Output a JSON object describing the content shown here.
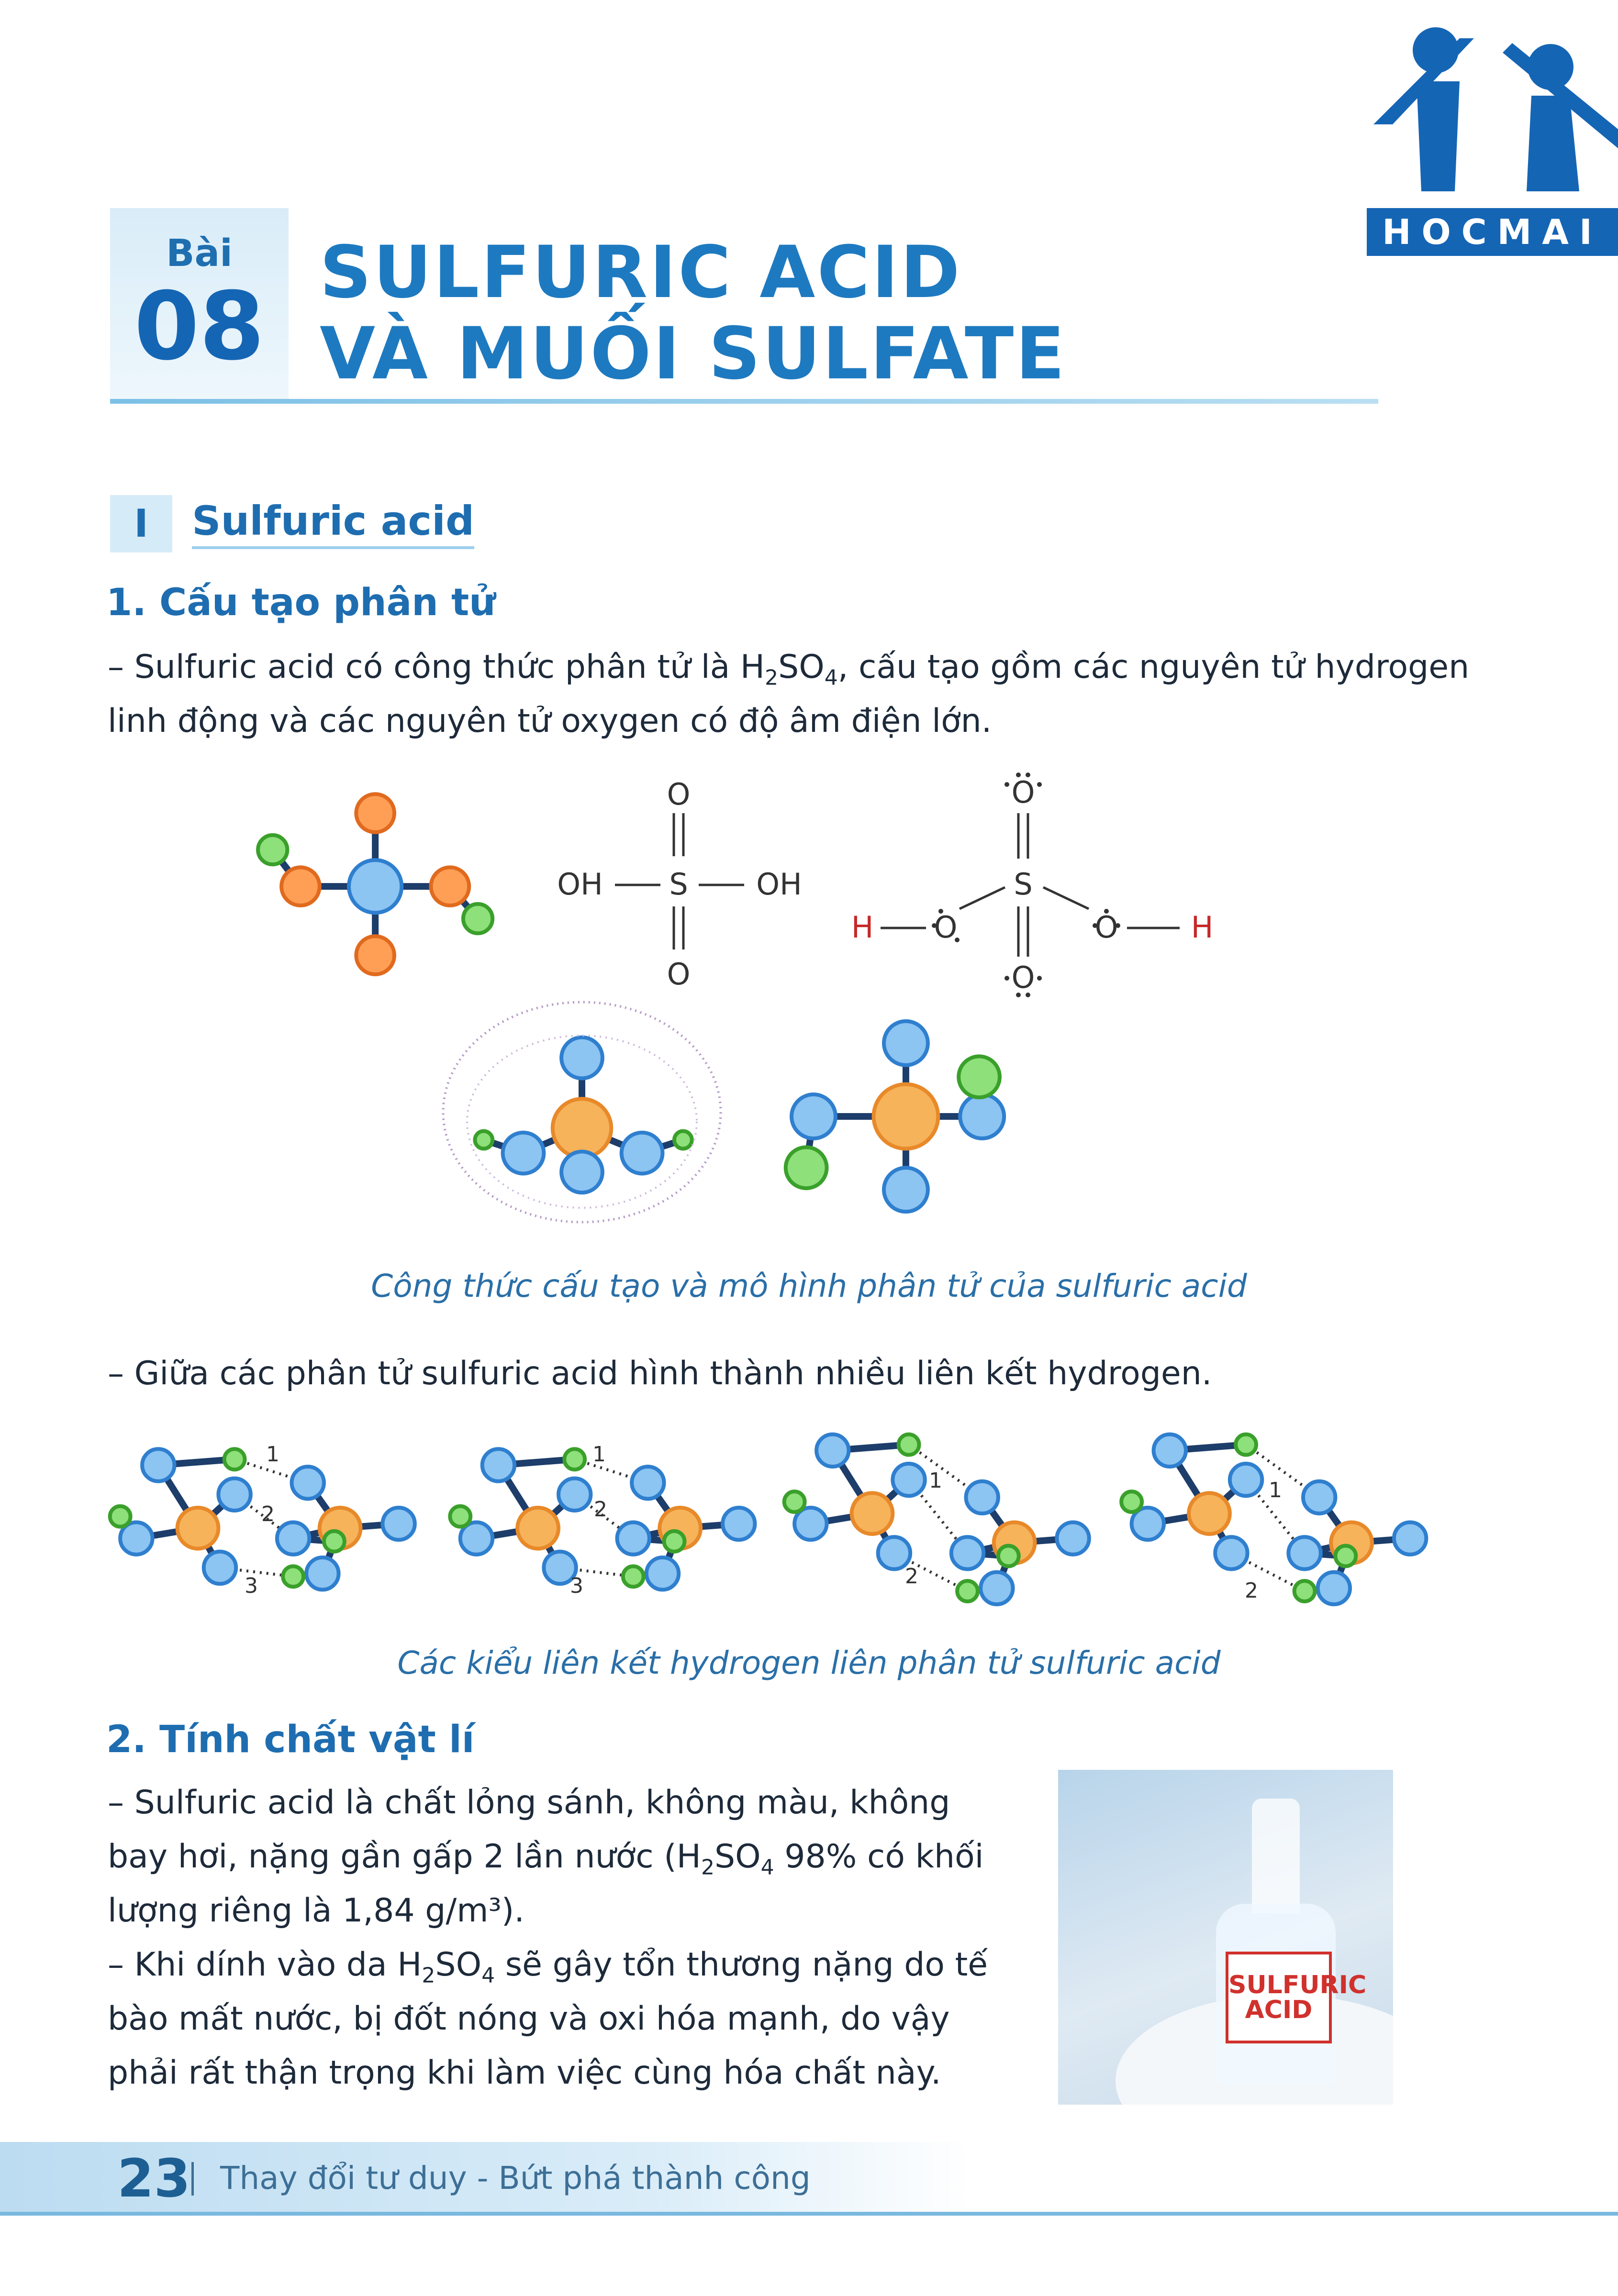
{
  "logo": {
    "text": "HOCMAI"
  },
  "lesson": {
    "word": "Bài",
    "number": "08",
    "title_line1": "SULFURIC ACID",
    "title_line2": "VÀ MUỐI SULFATE"
  },
  "section": {
    "numeral": "I",
    "title": "Sulfuric acid"
  },
  "sub1": {
    "heading": "1. Cấu tạo phân tử",
    "para": [
      "– Sulfuric acid có công thức phân tử là H",
      "2",
      "SO",
      "4",
      ", cấu tạo gồm các nguyên tử hydrogen",
      "linh động và các nguyên tử oxygen có độ âm điện lớn."
    ],
    "formula1": {
      "o_top": "O",
      "oh_left": "OH",
      "s": "S",
      "oh_right": "OH",
      "o_bottom": "O"
    },
    "formula2": {
      "o_top": "O",
      "s": "S",
      "h_left": "H",
      "o_left": "O",
      "o_right": "O",
      "h_right": "H",
      "o_bottom": "O"
    },
    "caption1": "Công thức cấu tạo và mô hình phân tử của sulfuric acid",
    "hbond_text": "– Giữa các phân tử sulfuric acid hình thành nhiều liên kết hydrogen.",
    "bond_labels": [
      "1",
      "2",
      "3"
    ],
    "caption2": "Các kiểu liên kết hydrogen liên phân tử sulfuric acid"
  },
  "sub2": {
    "heading": "2. Tính chất vật lí",
    "l1": "– Sulfuric acid là chất lỏng sánh, không màu, không",
    "l2a": "bay hơi, nặng gần gấp 2 lần nước (H",
    "l2b": "2",
    "l2c": "SO",
    "l2d": "4",
    "l2e": " 98% có khối",
    "l3": "lượng riêng là 1,84 g/m³).",
    "l4a": "– Khi dính vào da H",
    "l4b": "2",
    "l4c": "SO",
    "l4d": "4",
    "l4e": " sẽ gây tổn thương nặng do tế",
    "l5": "bào mất nước, bị đốt nóng và oxi hóa mạnh, do vậy",
    "l6": "phải rất thận trọng khi làm việc cùng hóa chất này.",
    "photo_label": [
      "SULFURIC",
      "ACID"
    ]
  },
  "footer": {
    "page": "23",
    "slogan": "Thay đổi tư duy - Bứt phá thành công"
  }
}
